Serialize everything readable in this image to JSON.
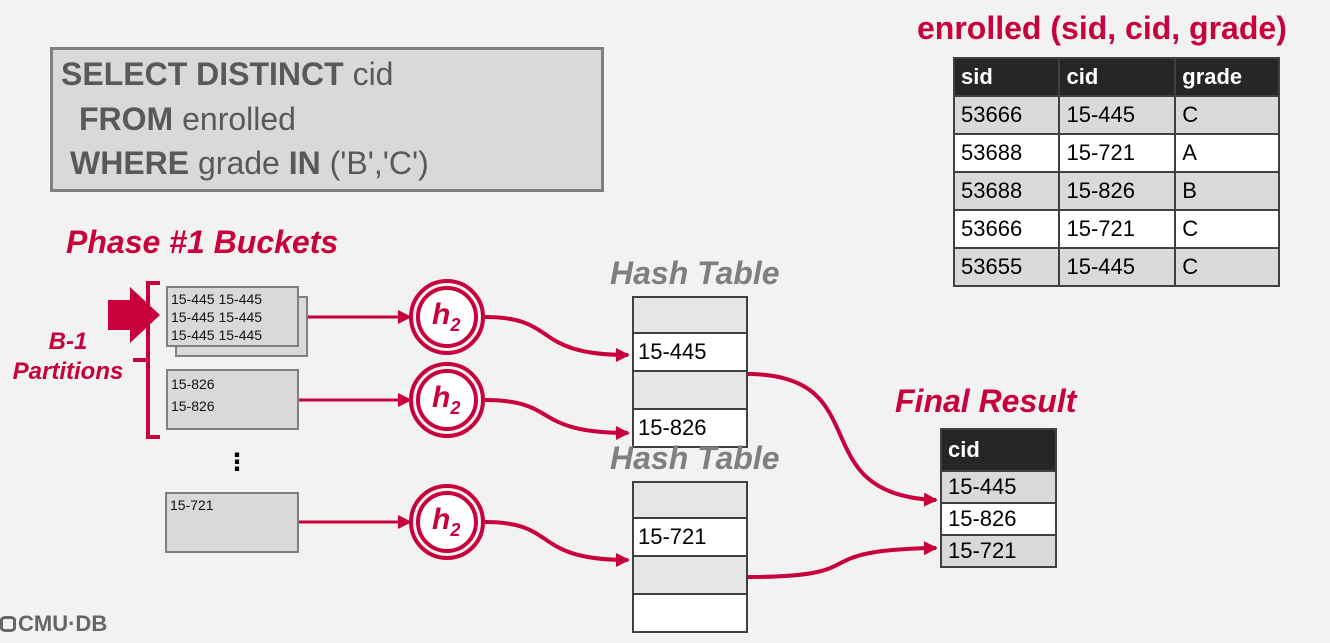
{
  "query": {
    "line1": {
      "kw": "SELECT DISTINCT",
      "rest": " cid"
    },
    "line2": {
      "kw": "FROM",
      "rest": " enrolled"
    },
    "line3": {
      "kw1": "WHERE",
      "mid": " grade ",
      "kw2": "IN",
      "rest": " ('B','C')"
    }
  },
  "enrolled": {
    "title": "enrolled (sid, cid, grade)",
    "headers": [
      "sid",
      "cid",
      "grade"
    ],
    "rows": [
      [
        "53666",
        "15-445",
        "C"
      ],
      [
        "53688",
        "15-721",
        "A"
      ],
      [
        "53688",
        "15-826",
        "B"
      ],
      [
        "53666",
        "15-721",
        "C"
      ],
      [
        "53655",
        "15-445",
        "C"
      ]
    ]
  },
  "phase_title": "Phase #1 Buckets",
  "partitions_label": [
    "B-1",
    "Partitions"
  ],
  "buckets": {
    "b1": [
      "15-445 15-445",
      "15-445 15-445",
      "15-445 15-445"
    ],
    "b2": [
      "15-826",
      "15-826"
    ],
    "ellipsis": "⋮",
    "b3": [
      "15-721"
    ]
  },
  "hash_fn": {
    "base": "h",
    "sub": "2"
  },
  "hash_table_title": "Hash Table",
  "hash_table_1": [
    "",
    "15-445",
    "",
    "15-826"
  ],
  "hash_table_2": [
    "",
    "15-721",
    "",
    ""
  ],
  "final": {
    "title": "Final Result",
    "header": "cid",
    "rows": [
      "15-445",
      "15-826",
      "15-721"
    ]
  },
  "logo": "CMU·DB",
  "colors": {
    "accent": "#c8003c",
    "dark": "#262626",
    "cell": "#d9d9d9"
  }
}
